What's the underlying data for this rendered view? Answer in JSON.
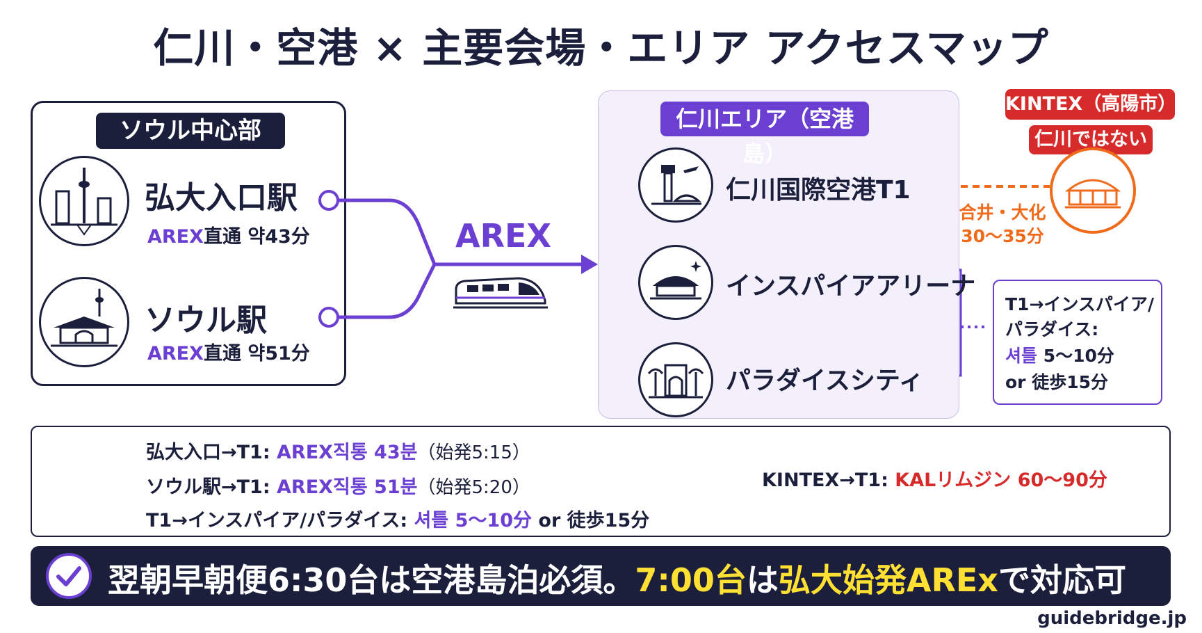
{
  "title": "仁川・空港 × 主要会場・エリア アクセスマップ",
  "seoul": {
    "label": "ソウル中心部",
    "stations": [
      {
        "name": "弘大入口駅",
        "line": "AREX",
        "time": "直通 약43分",
        "icon": "city-tower-icon"
      },
      {
        "name": "ソウル駅",
        "line": "AREX",
        "time": "直通 약51分",
        "icon": "palace-tower-icon"
      }
    ]
  },
  "arex_label": "AREX",
  "incheon": {
    "label": "仁川エリア（空港島）",
    "venues": [
      {
        "name": "仁川国際空港T1",
        "icon": "airport-tower-icon"
      },
      {
        "name": "インスパイアアリーナ",
        "icon": "arena-icon"
      },
      {
        "name": "パラダイスシティ",
        "icon": "resort-gate-icon"
      }
    ]
  },
  "kintex": {
    "label": "KINTEX（高陽市）",
    "note": "仁川ではない",
    "route": "合井・大化",
    "time": "30〜35分",
    "icon": "stadium-icon"
  },
  "shuttle": {
    "line1": "T1→インスパイア/",
    "line2": "パラダイス:",
    "shuttle_word": "셔틀",
    "shuttle_time": " 5〜10分",
    "walk": "or 徒歩15分"
  },
  "legend": [
    {
      "route": "弘大入口→T1: ",
      "service": "AREX직통 43분",
      "extra": "（始発5:15）"
    },
    {
      "route": "ソウル駅→T1: ",
      "service": "AREX직통 51분",
      "extra": "（始発5:20）"
    },
    {
      "route": "T1→インスパイア/パラダイス: ",
      "service": "셔틀 5〜10分",
      "extra": " or 徒歩15分"
    },
    {
      "route": "KINTEX→T1: ",
      "service": "KALリムジン 60〜90分",
      "extra": ""
    }
  ],
  "banner": {
    "part1": "翌朝早朝便6:30台は空港島泊必須。",
    "part2": "7:00台",
    "part3": "は",
    "part4": "弘大始発AREx",
    "part5": "で対応可"
  },
  "site": "guidebridge.jp",
  "colors": {
    "navy": "#1b1f3b",
    "purple": "#6a3fd1",
    "orange": "#f06a1c",
    "red": "#d72b2b",
    "yellow": "#ffe033"
  }
}
